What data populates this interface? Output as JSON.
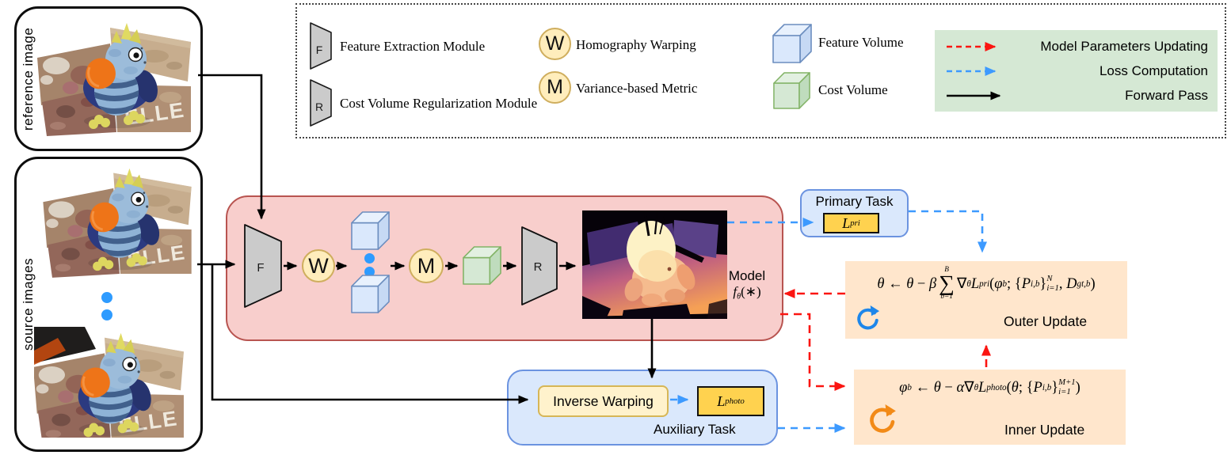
{
  "reference_card": {
    "label": "reference image"
  },
  "source_card": {
    "label": "source images"
  },
  "legend": {
    "modules": [
      {
        "symbol": "F",
        "label": "Feature Extraction Module"
      },
      {
        "symbol": "R",
        "label": "Cost Volume Regularization Module"
      }
    ],
    "ops": [
      {
        "symbol": "W",
        "label": "Homography Warping"
      },
      {
        "symbol": "M",
        "label": "Variance-based Metric"
      }
    ],
    "volumes": [
      {
        "label": "Feature Volume"
      },
      {
        "label": "Cost Volume"
      }
    ],
    "arrows": [
      {
        "style": "red-dashed",
        "label": "Model Parameters Updating"
      },
      {
        "style": "blue-dashed",
        "label": "Loss Computation"
      },
      {
        "style": "black-solid",
        "label": "Forward Pass"
      }
    ]
  },
  "pipeline": {
    "f_label": "F",
    "w_label": "W",
    "m_label": "M",
    "r_label": "R",
    "model_label": "Model",
    "model_fn": [
      {
        "t": "i",
        "v": "f"
      },
      {
        "t": "sub",
        "v": "θ"
      },
      {
        "t": "r",
        "v": "(∗)"
      }
    ]
  },
  "primary_task": {
    "title": "Primary Task",
    "loss": [
      {
        "t": "i",
        "v": "L"
      },
      {
        "t": "sub",
        "v": "pri"
      }
    ]
  },
  "auxiliary_task": {
    "title": "Auxiliary Task",
    "inverse_warping_label": "Inverse Warping",
    "loss": [
      {
        "t": "i",
        "v": "L"
      },
      {
        "t": "sub",
        "v": "photo"
      }
    ]
  },
  "outer_update": {
    "label": "Outer Update",
    "equation": [
      {
        "t": "i",
        "v": "θ"
      },
      {
        "t": "r",
        "v": " ← "
      },
      {
        "t": "i",
        "v": "θ"
      },
      {
        "t": "r",
        "v": " − "
      },
      {
        "t": "i",
        "v": "β"
      },
      {
        "t": "sum",
        "top": "B",
        "bot": "b=1"
      },
      {
        "t": "r",
        "v": "∇"
      },
      {
        "t": "sub",
        "v": "θ"
      },
      {
        "t": "i",
        "v": "L"
      },
      {
        "t": "sub",
        "v": "pri"
      },
      {
        "t": "r",
        "v": "("
      },
      {
        "t": "i",
        "v": "φ"
      },
      {
        "t": "sub",
        "v": "b"
      },
      {
        "t": "r",
        "v": "; {"
      },
      {
        "t": "i",
        "v": "P"
      },
      {
        "t": "sub",
        "v": "i,b"
      },
      {
        "t": "r",
        "v": "}"
      },
      {
        "t": "ss",
        "sup": "N",
        "sub": "i=1"
      },
      {
        "t": "r",
        "v": ", "
      },
      {
        "t": "i",
        "v": "D"
      },
      {
        "t": "sub",
        "v": "gt,b"
      },
      {
        "t": "r",
        "v": ")"
      }
    ]
  },
  "inner_update": {
    "label": "Inner Update",
    "equation": [
      {
        "t": "i",
        "v": "φ"
      },
      {
        "t": "sub",
        "v": "b"
      },
      {
        "t": "r",
        "v": " ← "
      },
      {
        "t": "i",
        "v": "θ"
      },
      {
        "t": "r",
        "v": " − "
      },
      {
        "t": "i",
        "v": "α"
      },
      {
        "t": "r",
        "v": "∇"
      },
      {
        "t": "sub",
        "v": "θ"
      },
      {
        "t": "i",
        "v": "L"
      },
      {
        "t": "sub",
        "v": "photo"
      },
      {
        "t": "r",
        "v": "("
      },
      {
        "t": "i",
        "v": "θ"
      },
      {
        "t": "r",
        "v": "; {"
      },
      {
        "t": "i",
        "v": "P"
      },
      {
        "t": "sub",
        "v": "i,b"
      },
      {
        "t": "r",
        "v": "}"
      },
      {
        "t": "ss",
        "sup": "M+1",
        "sub": "i=1"
      },
      {
        "t": "r",
        "v": ")"
      }
    ]
  },
  "colors": {
    "pipeline_fill": "#f8cecc",
    "pipeline_border": "#b85450",
    "task_fill": "#dae8fc",
    "task_border": "#6b93e0",
    "update_fill": "#ffe6cc",
    "loss_chip_fill": "#ffd24f",
    "warp_chip_fill": "#fff2cc",
    "legend_key_fill": "#d5e8d4",
    "forward_arrow": "#000000",
    "loss_arrow": "#3d9aff",
    "update_arrow": "#fb1511",
    "feature_volume": "#dae8fc",
    "cost_volume": "#d5e8d4",
    "ellipsis_dots": "#2e9bff",
    "outer_cycle": "#1d86ea",
    "inner_cycle": "#f28a17"
  }
}
